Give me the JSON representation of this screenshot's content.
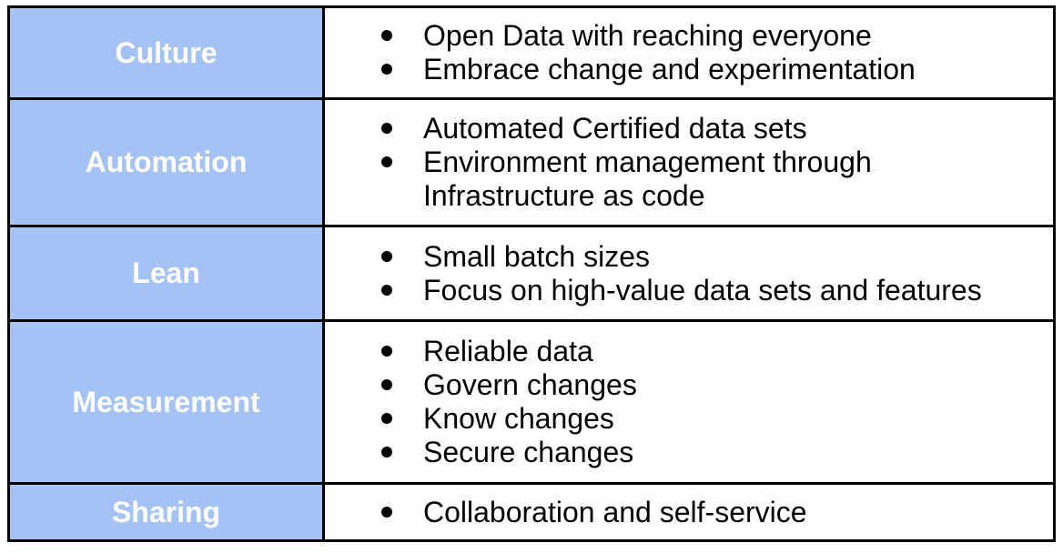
{
  "table": {
    "name": "devops-principles-table",
    "colors": {
      "category_bg": "#a4c2f4",
      "category_text": "#ffffff",
      "body_text": "#000000",
      "border": "#000000",
      "page_bg": "#ffffff"
    },
    "rows": [
      {
        "category": "Culture",
        "bullets": [
          "Open Data with reaching everyone",
          "Embrace change and experimentation"
        ]
      },
      {
        "category": "Automation",
        "bullets": [
          "Automated Certified data sets",
          "Environment management through Infrastructure as code"
        ]
      },
      {
        "category": "Lean",
        "bullets": [
          "Small batch sizes",
          "Focus on high-value data sets and features"
        ]
      },
      {
        "category": "Measurement",
        "bullets": [
          "Reliable data",
          "Govern changes",
          "Know changes",
          "Secure changes"
        ]
      },
      {
        "category": "Sharing",
        "bullets": [
          "Collaboration and self-service"
        ]
      }
    ]
  }
}
